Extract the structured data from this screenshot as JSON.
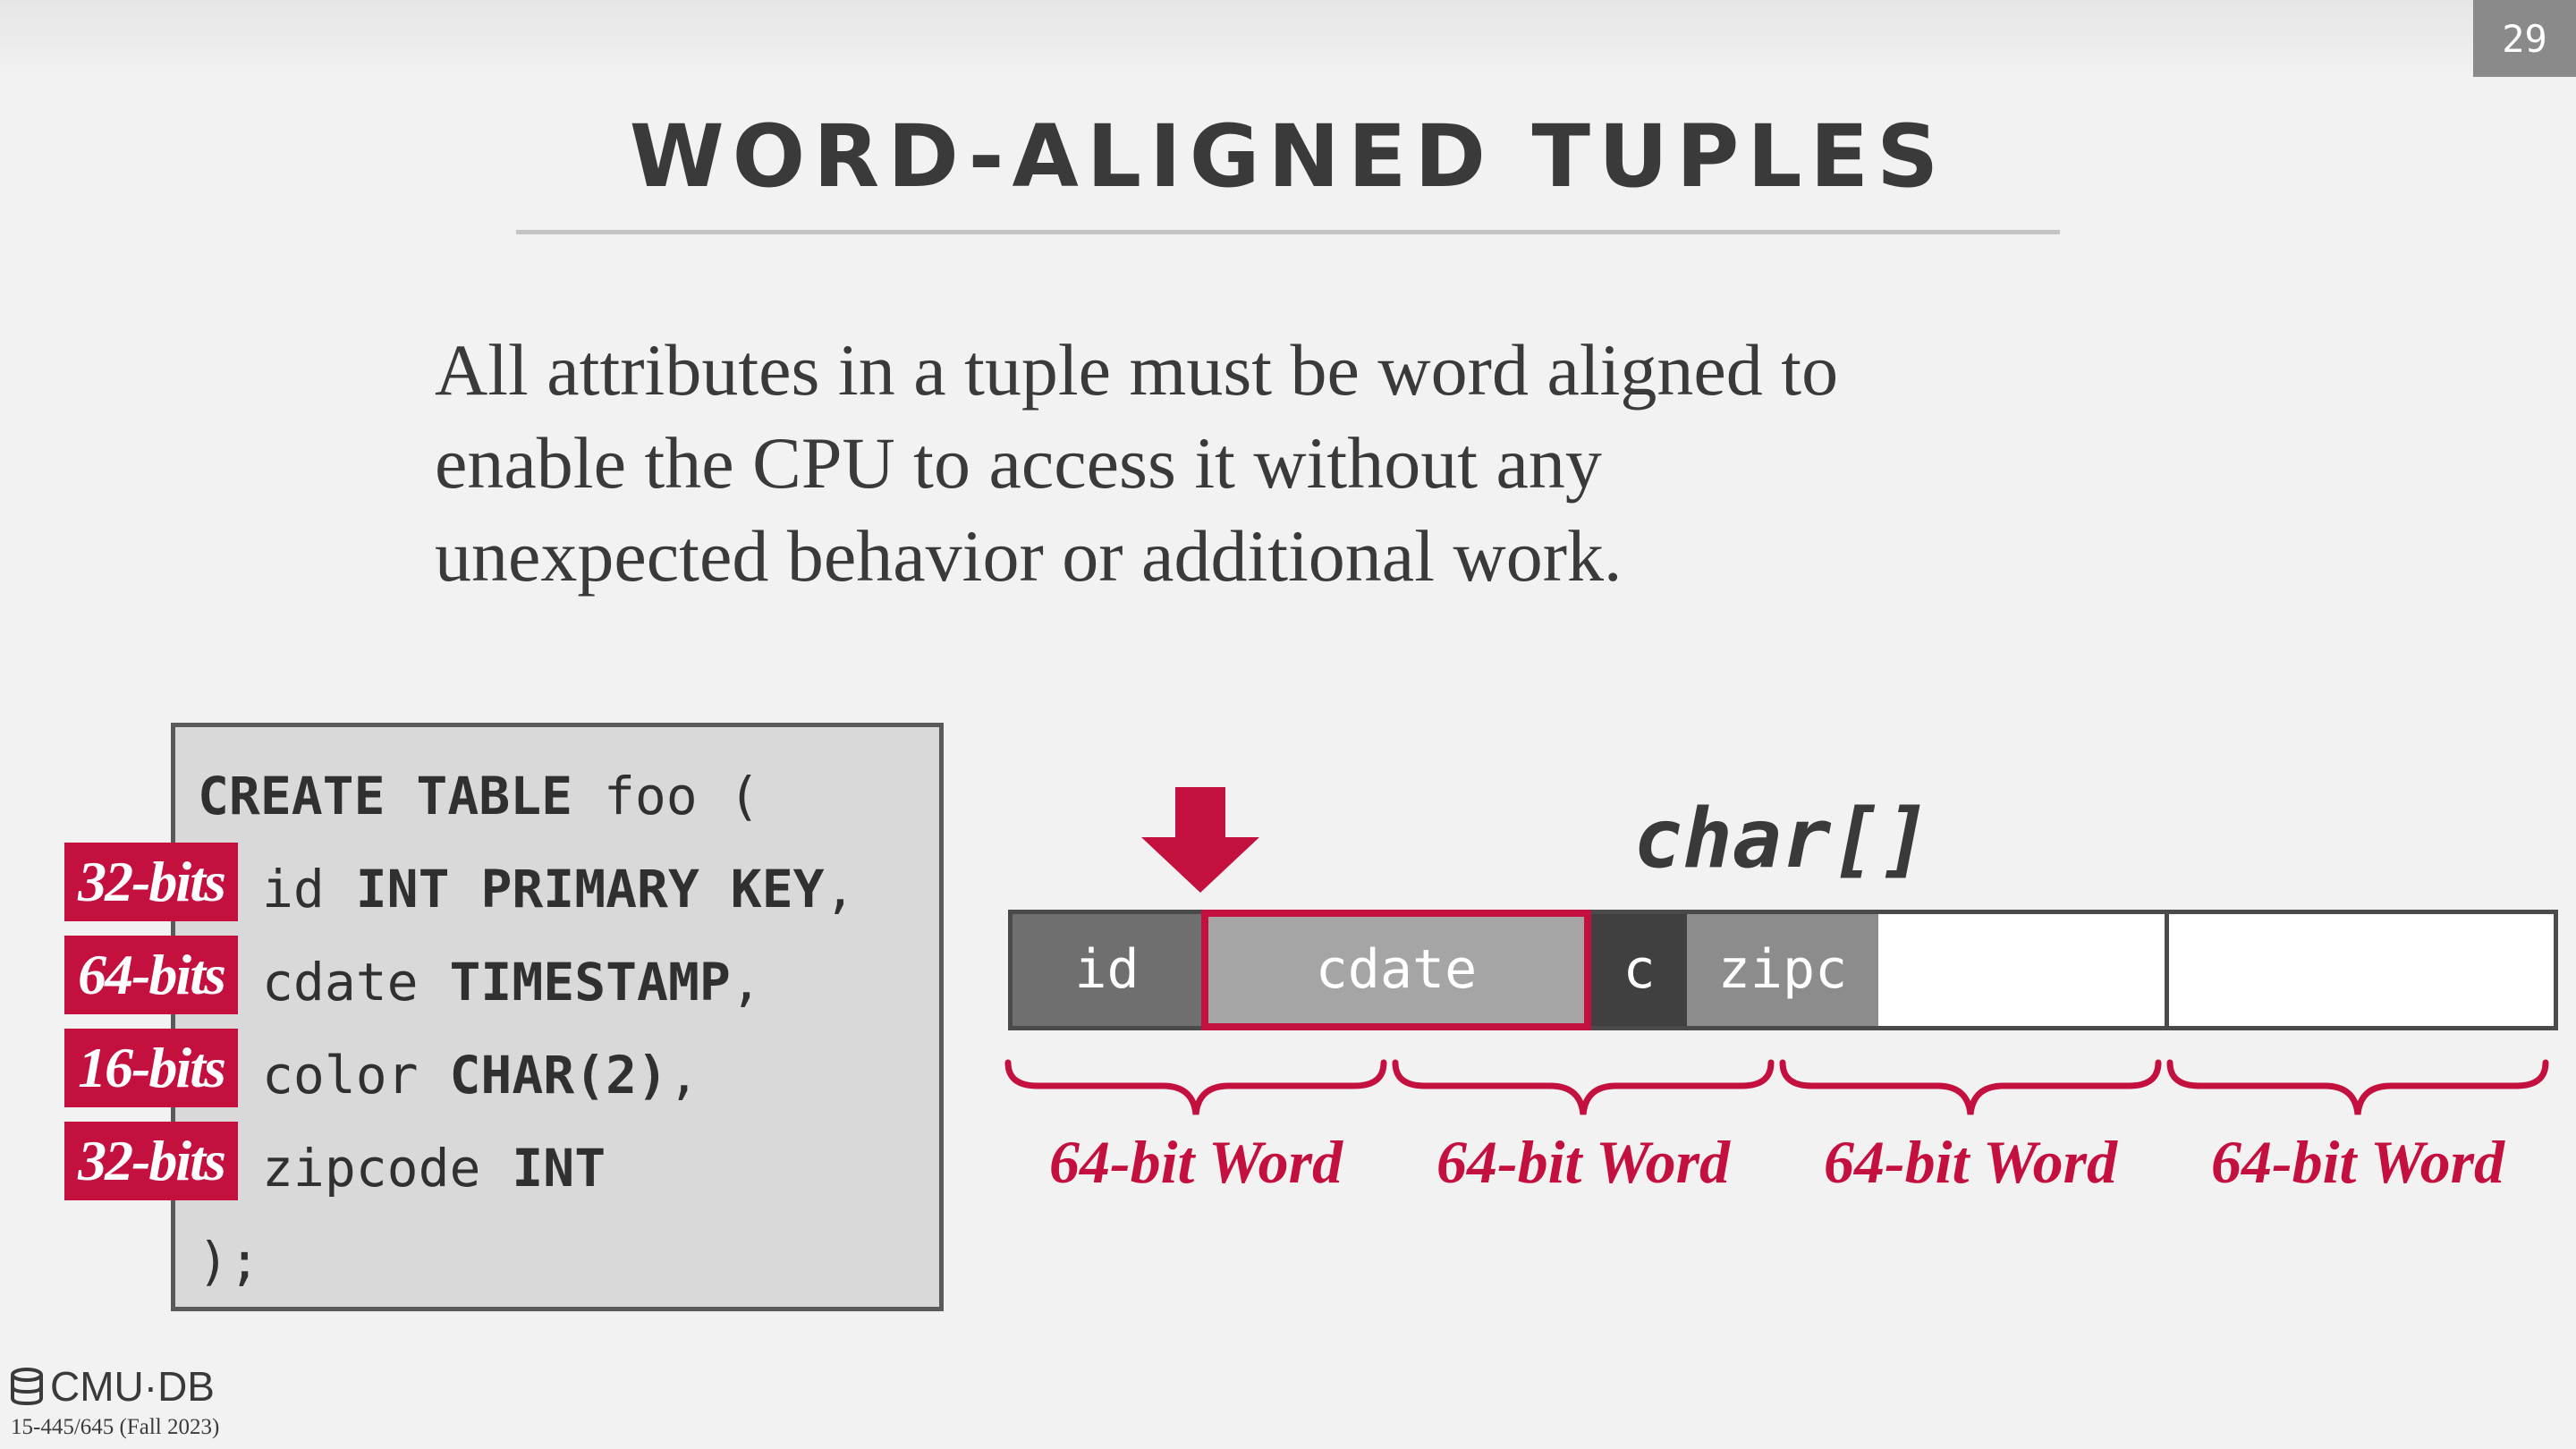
{
  "slide": {
    "page_number": "29",
    "title": "WORD-ALIGNED TUPLES",
    "body_lines": [
      "All attributes in a tuple must be word aligned to",
      "enable the CPU to access it without any",
      "unexpected behavior or additional work."
    ]
  },
  "sql": {
    "line1_kw": "CREATE TABLE",
    "line1_rest": " foo (",
    "attributes": [
      {
        "bits": "32-bits",
        "name": "id ",
        "type": "INT PRIMARY KEY",
        "suffix": ","
      },
      {
        "bits": "64-bits",
        "name": "cdate ",
        "type": "TIMESTAMP",
        "suffix": ","
      },
      {
        "bits": "16-bits",
        "name": "color ",
        "type": "CHAR(2)",
        "suffix": ","
      },
      {
        "bits": "32-bits",
        "name": "zipcode ",
        "type": "INT",
        "suffix": ""
      }
    ],
    "closing": ");"
  },
  "tuple": {
    "type_label": "char[]",
    "cells": [
      "id",
      "cdate",
      "c",
      "zipc"
    ],
    "cell_colors": [
      "#6f6f6f",
      "#a5a5a5",
      "#404040",
      "#8c8c8c"
    ],
    "highlight_color": "#c4103f",
    "word_labels": [
      "64-bit Word",
      "64-bit Word",
      "64-bit Word",
      "64-bit Word"
    ]
  },
  "footer": {
    "logo_text": "CMU·DB",
    "course": "15-445/645 (Fall 2023)"
  },
  "icons": [
    "database-icon",
    "down-arrow-icon"
  ]
}
